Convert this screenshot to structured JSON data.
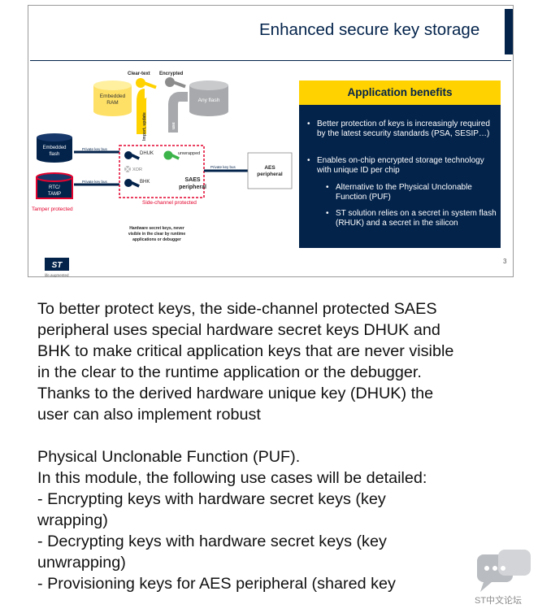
{
  "slide": {
    "title": "Enhanced secure key storage",
    "page_number": "3",
    "diagram": {
      "clear_text_label": "Clear-text",
      "encrypted_label": "Encrypted",
      "embedded_ram": "Embedded RAM",
      "any_flash": "Any flash",
      "import_update": "Import, update",
      "use": "use",
      "embedded_flash": "Embedded flash",
      "rtc_tamp": "RTC/ TAMP",
      "tamper_protected": "Tamper protected",
      "private_key_bus": "Private key bus",
      "dhuk": "DHUK",
      "xor": "XOR",
      "bhk": "BHK",
      "unwrapped": "unwrapped",
      "saes_peripheral": "SAES peripheral",
      "side_channel": "Side-channel protected",
      "aes_peripheral": "AES peripheral",
      "hw_note": "Hardware secret keys, never visible in the clear by runtime applications or debugger",
      "logo_tagline": "life.augmented"
    },
    "benefits": {
      "heading": "Application benefits",
      "bullets": [
        "Better protection of keys is increasingly required by the latest security standards (PSA, SESIP…)",
        "Enables on-chip encrypted storage technology with unique ID per chip"
      ],
      "sub_bullets": [
        "Alternative to the Physical Unclonable Function (PUF)",
        "ST solution relies on a secret in system flash (RHUK) and a secret in the silicon"
      ]
    }
  },
  "notes": {
    "lines": [
      "To better protect keys, the side-channel protected SAES",
      "peripheral uses special hardware secret keys DHUK and",
      "BHK to make critical application keys that are never visible",
      "in the clear to the runtime application or the debugger.",
      "Thanks to the derived hardware unique key (DHUK) the",
      "user can also implement robust",
      "",
      "Physical Unclonable Function (PUF).",
      "In this module, the following use cases will be detailed:",
      "- Encrypting keys with hardware secret keys (key",
      "wrapping)",
      "- Decrypting keys with hardware secret keys (key",
      "unwrapping)",
      "- Provisioning keys for AES peripheral (shared key"
    ]
  },
  "watermark": {
    "text": "ST中文论坛"
  },
  "colors": {
    "navy": "#03234b",
    "yellow": "#ffd200",
    "red": "#e4032e",
    "green": "#3cb44a",
    "gray": "#a7a9ac"
  }
}
